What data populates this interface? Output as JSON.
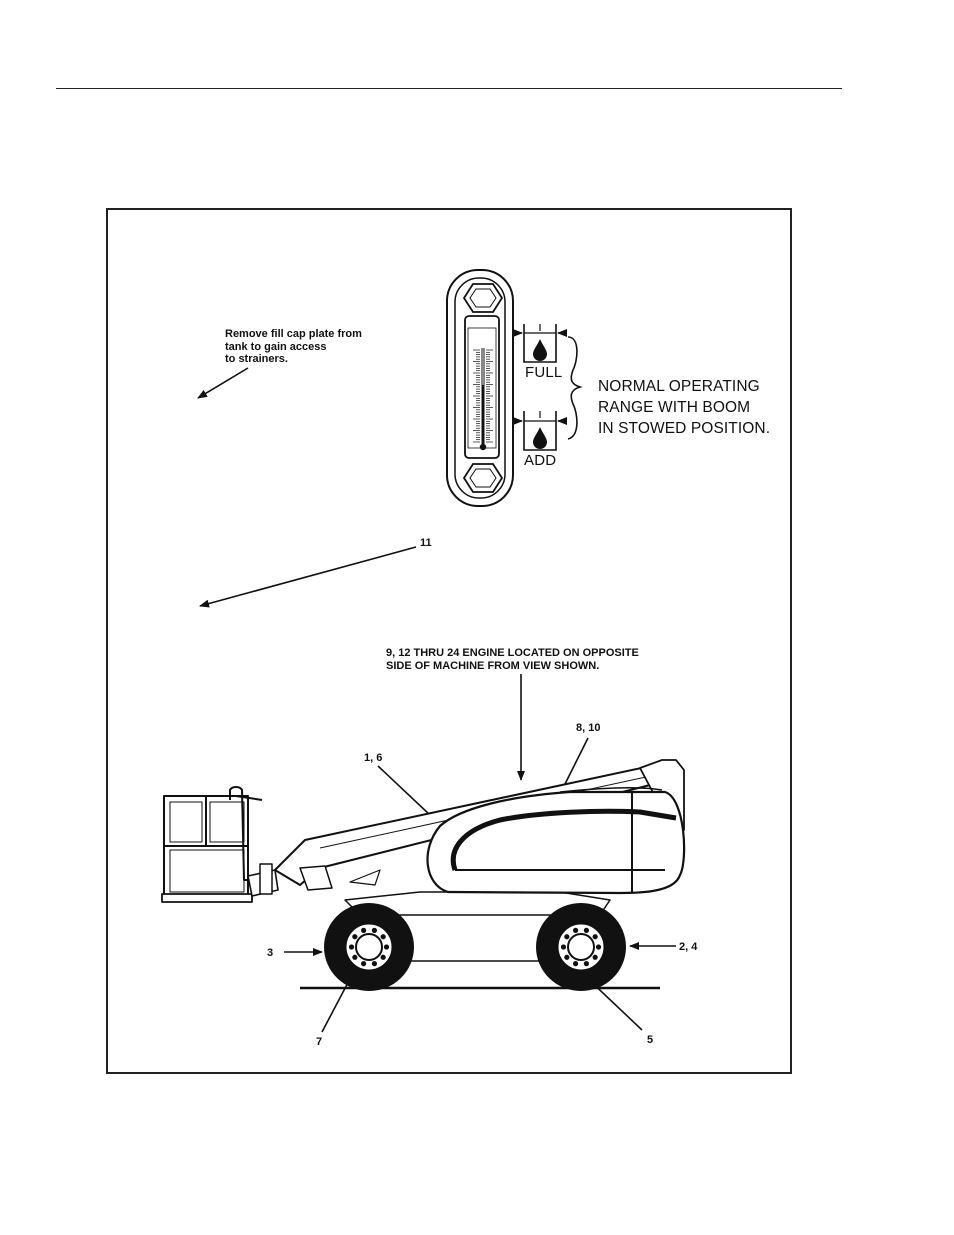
{
  "gauge": {
    "full_label": "FULL",
    "add_label": "ADD",
    "range_note": "NORMAL OPERATING\nRANGE WITH BOOM\nIN STOWED POSITION."
  },
  "callouts": {
    "fill_cap_note": "Remove fill cap plate from\ntank to gain access\nto strainers.",
    "item_11": "11",
    "engine_note": "9, 12 THRU 24 ENGINE LOCATED ON OPPOSITE\nSIDE OF MACHINE  FROM VIEW SHOWN.",
    "items_8_10": "8, 10",
    "items_1_6": "1, 6",
    "item_3": "3",
    "items_2_4": "2, 4",
    "item_7": "7",
    "item_5": "5"
  },
  "icons": [
    "hex-plug-icon",
    "oil-drop-icon",
    "thermometer-icon",
    "curly-brace-icon",
    "arrow-icon"
  ]
}
